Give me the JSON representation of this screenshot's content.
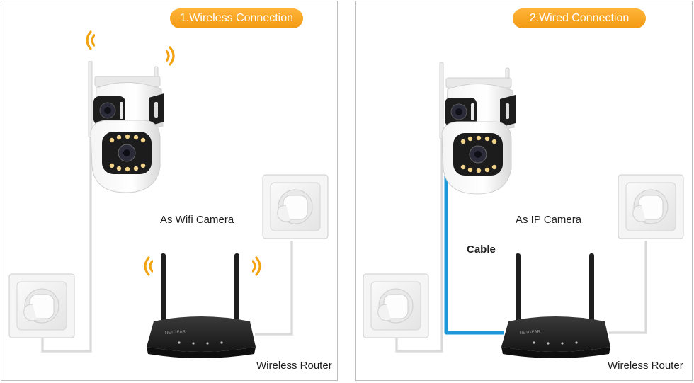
{
  "panels": [
    {
      "title": "1.Wireless Connection",
      "camera_label": "As Wifi Camera",
      "router_label": "Wireless Router"
    },
    {
      "title": "2.Wired Connection",
      "camera_label": "As IP Camera",
      "cable_label": "Cable",
      "router_label": "Wireless Router"
    }
  ],
  "colors": {
    "title_pill": "#f7a21c",
    "signal_waves": "#f2a312",
    "ethernet_cable": "#1c98d8",
    "power_cable": "#e9e9e9",
    "router_body": "#222222"
  },
  "icons": [
    "security-camera-icon",
    "wall-socket-icon",
    "router-icon",
    "wifi-signal-icon"
  ]
}
